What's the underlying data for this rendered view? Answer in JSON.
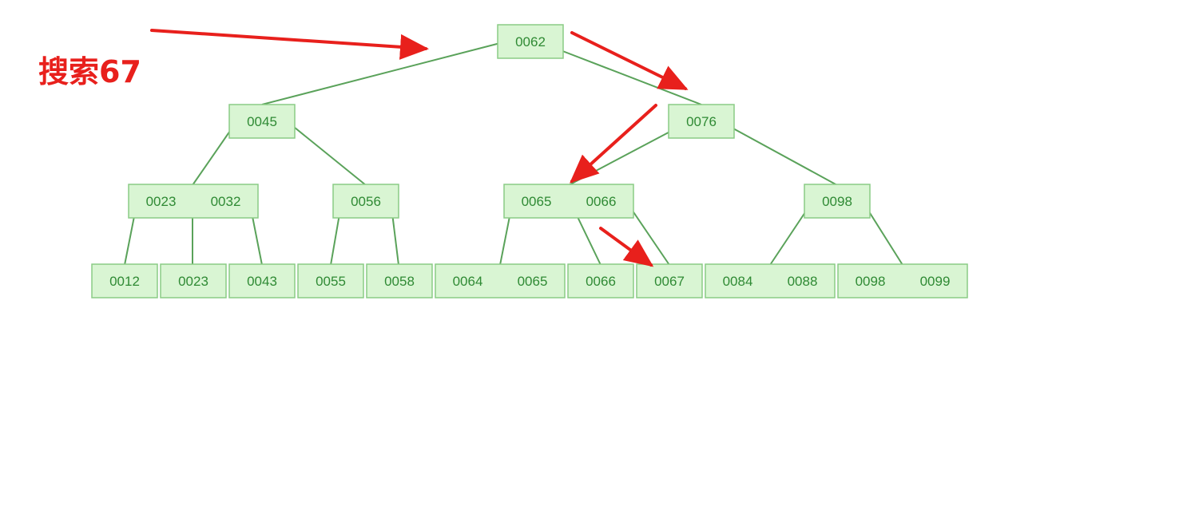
{
  "annotation": {
    "label": "搜索67"
  },
  "colors": {
    "node_fill": "#d9f5d3",
    "node_stroke": "#8acb85",
    "edge": "#5aa25a",
    "text": "#2f8a34",
    "arrow": "#e8201c"
  },
  "tree": {
    "root": {
      "keys": [
        "0062"
      ]
    },
    "level1": [
      {
        "keys": [
          "0045"
        ]
      },
      {
        "keys": [
          "0076"
        ]
      }
    ],
    "level2": [
      {
        "keys": [
          "0023",
          "0032"
        ]
      },
      {
        "keys": [
          "0056"
        ]
      },
      {
        "keys": [
          "0065",
          "0066"
        ]
      },
      {
        "keys": [
          "0098"
        ]
      }
    ],
    "leaves": [
      {
        "keys": [
          "0012"
        ]
      },
      {
        "keys": [
          "0023"
        ]
      },
      {
        "keys": [
          "0043"
        ]
      },
      {
        "keys": [
          "0055"
        ]
      },
      {
        "keys": [
          "0058"
        ]
      },
      {
        "keys": [
          "0064",
          "0065"
        ]
      },
      {
        "keys": [
          "0066"
        ]
      },
      {
        "keys": [
          "0067"
        ]
      },
      {
        "keys": [
          "0084",
          "0088"
        ]
      },
      {
        "keys": [
          "0098",
          "0099"
        ]
      }
    ]
  }
}
